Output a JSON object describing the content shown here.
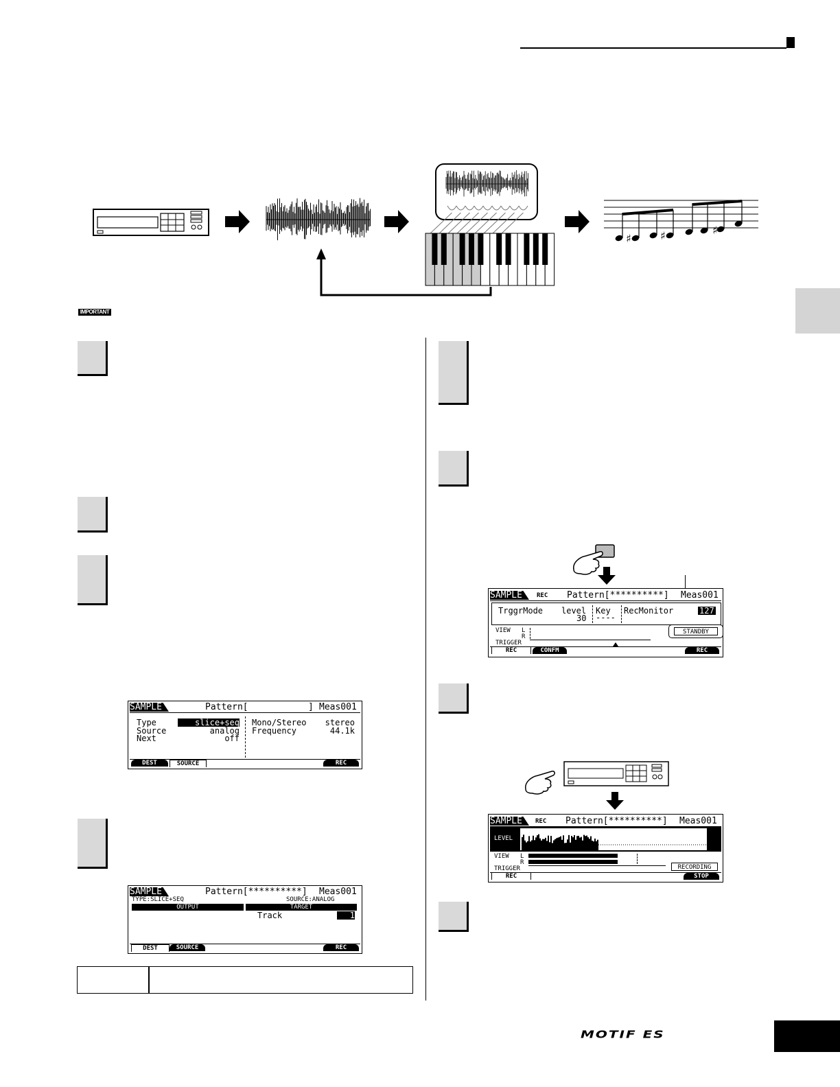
{
  "important_badge": "IMPORTANT",
  "lcd_source": {
    "mode": "SAMPLE",
    "pattern": "Pattern[",
    "pattern_end": "]",
    "meas": "Meas001",
    "type_label": "Type",
    "type_value": "slice+seq",
    "source_label": "Source",
    "source_value": "analog",
    "next_label": "Next",
    "next_value": "off",
    "monostereo_label": "Mono/Stereo",
    "monostereo_value": "stereo",
    "frequency_label": "Frequency",
    "frequency_value": "44.1k",
    "tab_dest": "DEST",
    "tab_source": "SOURCE",
    "tab_rec": "REC"
  },
  "lcd_dest": {
    "mode": "SAMPLE",
    "pattern": "Pattern[**********]",
    "meas": "Meas001",
    "type_info": "TYPE:SLICE+SEQ",
    "source_info": "SOURCE:ANALOG",
    "output_header": "OUTPUT",
    "target_header": "TARGET",
    "track_label": "Track",
    "track_value": "1",
    "tab_dest": "DEST",
    "tab_source": "SOURCE",
    "tab_rec": "REC"
  },
  "lcd_standby": {
    "mode": "SAMPLE",
    "sub": "REC",
    "pattern": "Pattern[**********]",
    "meas": "Meas001",
    "trggrmode_label": "TrggrMode",
    "level_label": "level",
    "level_value": "30",
    "key_label": "Key",
    "key_value": "----",
    "recmonitor_label": "RecMonitor",
    "recmonitor_value": "127",
    "view_label": "VIEW",
    "l_label": "L",
    "r_label": "R",
    "trigger_label": "TRIGGER",
    "rec_tab": "REC",
    "confirm_tab": "CONFM",
    "rec_btn": "REC",
    "standby": "STANDBY"
  },
  "lcd_recording": {
    "mode": "SAMPLE",
    "sub": "REC",
    "pattern": "Pattern[**********]",
    "meas": "Meas001",
    "level_label": "LEVEL",
    "view_label": "VIEW",
    "l_label": "L",
    "r_label": "R",
    "trigger_label": "TRIGGER",
    "rec_tab": "REC",
    "recording": "RECORDING",
    "stop": "STOP"
  },
  "logo": "MOTIF ES"
}
